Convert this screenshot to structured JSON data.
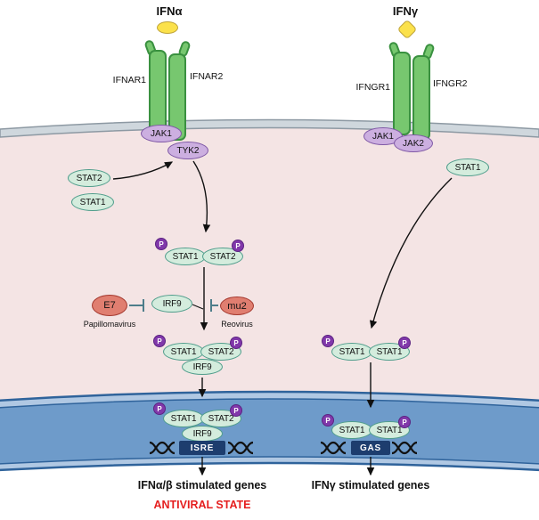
{
  "colors": {
    "cytoplasm_pink": "#f4e4e4",
    "membrane_gray": "#cfd7dd",
    "nucleus_blue": "#6e9bca",
    "nucleus_border": "#2f639b",
    "receptor_green": "#77c76f",
    "kinase_purple": "#ccafe0",
    "stat_mint": "#d4ecdd",
    "phospho_purple": "#8138aa",
    "inhibitor_red": "#e07e70",
    "dna_box_navy": "#1d3d6e",
    "ligand_yellow": "#fbe14b",
    "antiviral_red": "#e51f1f"
  },
  "ligands": {
    "ifn_alpha": "IFNα",
    "ifn_gamma": "IFNγ"
  },
  "receptors": {
    "ifnar1": "IFNAR1",
    "ifnar2": "IFNAR2",
    "ifngr1": "IFNGR1",
    "ifngr2": "IFNGR2"
  },
  "kinases": {
    "jak1": "JAK1",
    "tyk2": "TYK2",
    "jak2": "JAK2"
  },
  "stats": {
    "stat1": "STAT1",
    "stat2": "STAT2",
    "irf9": "IRF9",
    "phospho": "P"
  },
  "inhibitors": {
    "e7": "E7",
    "e7_source": "Papillomavirus",
    "mu2": "mu2",
    "mu2_source": "Reovirus"
  },
  "dna": {
    "isre": "ISRE",
    "gas": "GAS"
  },
  "outputs": {
    "alpha_genes": "IFNα/β stimulated genes",
    "antiviral_state": "ANTIVIRAL STATE",
    "gamma_genes": "IFNγ stimulated genes"
  }
}
